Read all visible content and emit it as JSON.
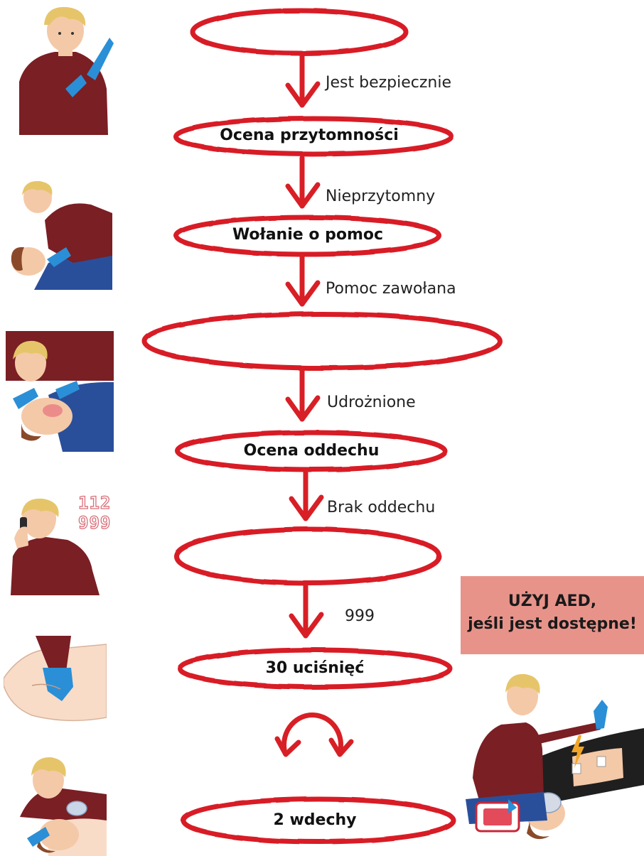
{
  "flow": {
    "nodes": [
      {
        "id": "n1",
        "label": ""
      },
      {
        "id": "n2",
        "label": "Ocena przytomności"
      },
      {
        "id": "n3",
        "label": "Wołanie o pomoc"
      },
      {
        "id": "n4",
        "label": ""
      },
      {
        "id": "n5",
        "label": "Ocena oddechu"
      },
      {
        "id": "n6",
        "label": ""
      },
      {
        "id": "n7",
        "label": "30 uciśnięć"
      },
      {
        "id": "n8",
        "label": "2 wdechy"
      }
    ],
    "edges": [
      {
        "from": "n1",
        "to": "n2",
        "label": "Jest bezpiecznie"
      },
      {
        "from": "n2",
        "to": "n3",
        "label": "Nieprzytomny"
      },
      {
        "from": "n3",
        "to": "n4",
        "label": "Pomoc zawołana"
      },
      {
        "from": "n4",
        "to": "n5",
        "label": "Udrożnione"
      },
      {
        "from": "n5",
        "to": "n6",
        "label": "Brak oddechu"
      },
      {
        "from": "n6",
        "to": "n7",
        "label": "999"
      }
    ],
    "loop": {
      "between": [
        "n7",
        "n8"
      ]
    }
  },
  "aed_banner": {
    "line1": "UŻYJ AED,",
    "line2": "jeśli jest dostępne!"
  },
  "emergency_numbers": {
    "line1": "112",
    "line2": "999"
  },
  "colors": {
    "accent": "#d81f26",
    "banner": "#e8938a",
    "sweater": "#7a1f24",
    "glove": "#2a8fd6",
    "skin": "#f4c9a8",
    "hair": "#e6c56a",
    "victim_shirt": "#2a4f9a"
  },
  "icons": [
    "rescuer-gloves-icon",
    "check-response-icon",
    "airway-open-icon",
    "phone-call-icon",
    "chest-compression-icon",
    "rescue-breath-icon",
    "aed-use-icon",
    "lightning-icon"
  ]
}
